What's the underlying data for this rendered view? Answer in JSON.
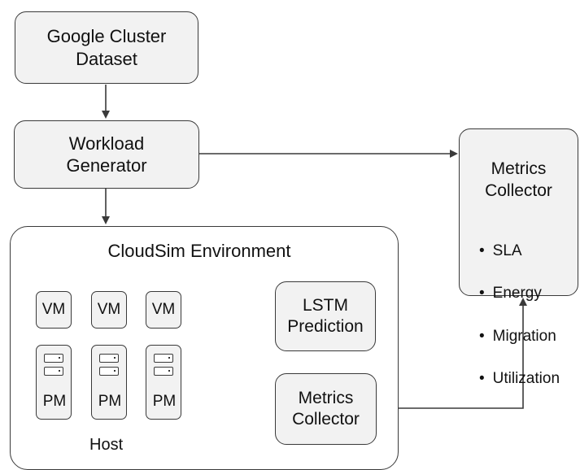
{
  "nodes": {
    "dataset": "Google Cluster\nDataset",
    "generator": "Workload\nGenerator",
    "environment": "CloudSim Environment",
    "lstm": "LSTM\nPrediction",
    "metrics_inner": "Metrics\nCollector",
    "metrics_outer": "Metrics\nCollector",
    "host": "Host"
  },
  "vm_label": "VM",
  "pm_label": "PM",
  "metrics_list": [
    "SLA",
    "Energy",
    "Migration",
    "Utilization"
  ]
}
